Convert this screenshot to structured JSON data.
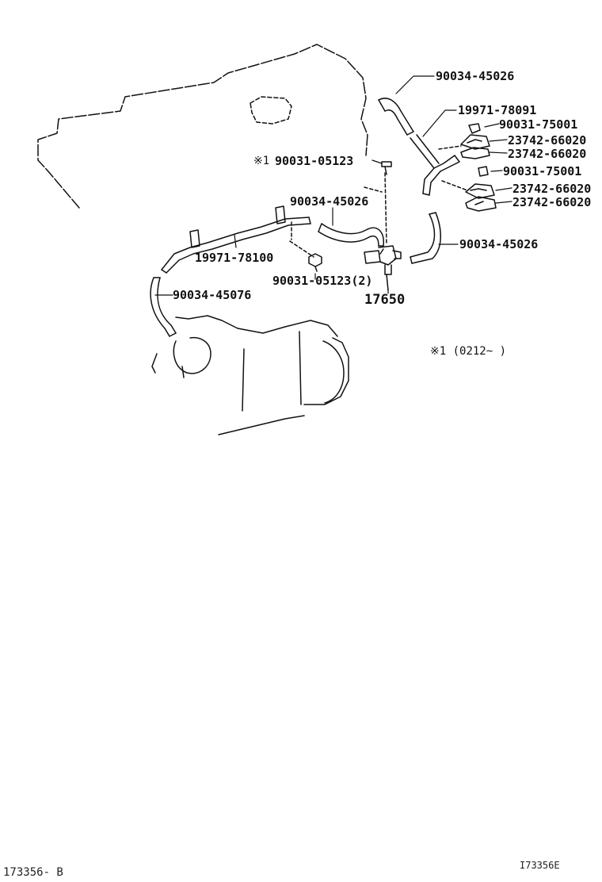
{
  "diagram": {
    "labels": {
      "hose_top": "90034-45026",
      "pipe_upper": "19971-78091",
      "nut_upper": "90031-75001",
      "clamp_a1": "23742-66020",
      "clamp_a2": "23742-66020",
      "nut_lower": "90031-75001",
      "clamp_b1": "23742-66020",
      "clamp_b2": "23742-66020",
      "hose_right": "90034-45026",
      "bolt_top_mark": "※1",
      "bolt_top": "90031-05123",
      "hose_mid": "90034-45026",
      "pipe_lower": "19971-78100",
      "bolt_mid": "90031-05123(2)",
      "valve": "17650",
      "hose_left": "90034-45076",
      "note": "※1 (0212~      )"
    },
    "footer": {
      "code_left": "173356- B",
      "code_right": "I73356E"
    }
  }
}
